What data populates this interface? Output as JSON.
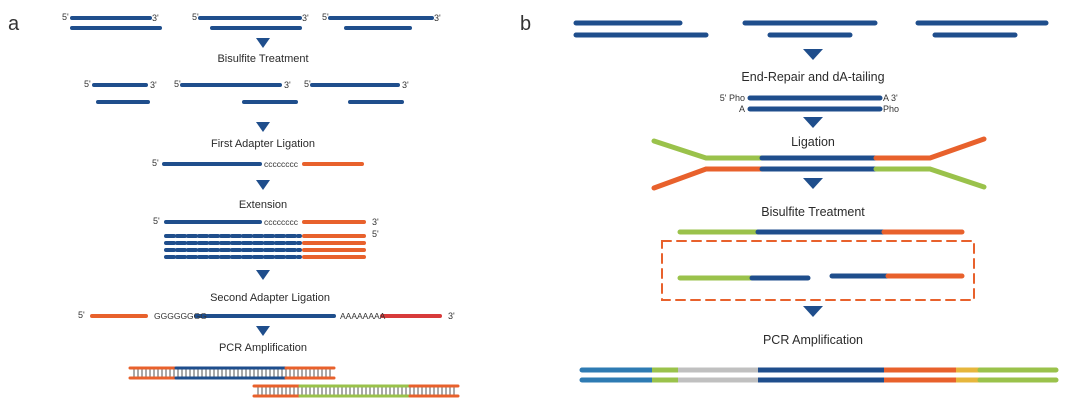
{
  "panels": {
    "a": "a",
    "b": "b"
  },
  "colors": {
    "dna": "#1f4e8c",
    "adapter": "#e8612c",
    "adapter2": "#d83a3a",
    "green": "#9ac24b",
    "gray": "#c0c0c0",
    "yellow": "#e6b63c",
    "lightblue": "#2e7bb3"
  },
  "panel_a": {
    "steps": [
      "Bisulfite Treatment",
      "First Adapter Ligation",
      "Extension",
      "Second Adapter Ligation",
      "PCR Amplification"
    ],
    "labels": {
      "five": "5'",
      "three": "3'",
      "cseq": "cccccccc",
      "gseq": "GGGGGGGG",
      "aseq": "AAAAAAAA"
    }
  },
  "panel_b": {
    "steps": [
      "End-Repair and dA-tailing",
      "Ligation",
      "Bisulfite Treatment",
      "PCR Amplification"
    ],
    "labels": {
      "pho5": "5' Pho",
      "a3": "A 3'",
      "a": "A",
      "pho": "Pho"
    }
  }
}
